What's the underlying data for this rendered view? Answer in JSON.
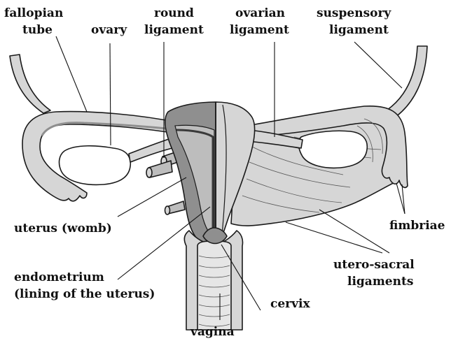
{
  "labels": {
    "fallopian_tube_1": "fallopian",
    "fallopian_tube_2": "tube",
    "ovary": "ovary",
    "round_ligament_1": "round",
    "round_ligament_2": "ligament",
    "ovarian_ligament_1": "ovarian",
    "ovarian_ligament_2": "ligament",
    "suspensory_ligament_1": "suspensory",
    "suspensory_ligament_2": "ligament",
    "uterus": "uterus (womb)",
    "endometrium_1": "endometrium",
    "endometrium_2": "(lining of the uterus)",
    "fimbriae": "fimbriae",
    "utero_sacral_1": "utero-sacral",
    "utero_sacral_2": "ligaments",
    "cervix": "cervix",
    "vagina": "vagina"
  },
  "colors": {
    "tissue_light": "#d6d6d6",
    "tissue_mid": "#bdbdbd",
    "tissue_dark": "#8f8f8f",
    "cavity": "#e6e6e6",
    "ovary_fill": "#ffffff",
    "outline": "#1a1a1a"
  }
}
